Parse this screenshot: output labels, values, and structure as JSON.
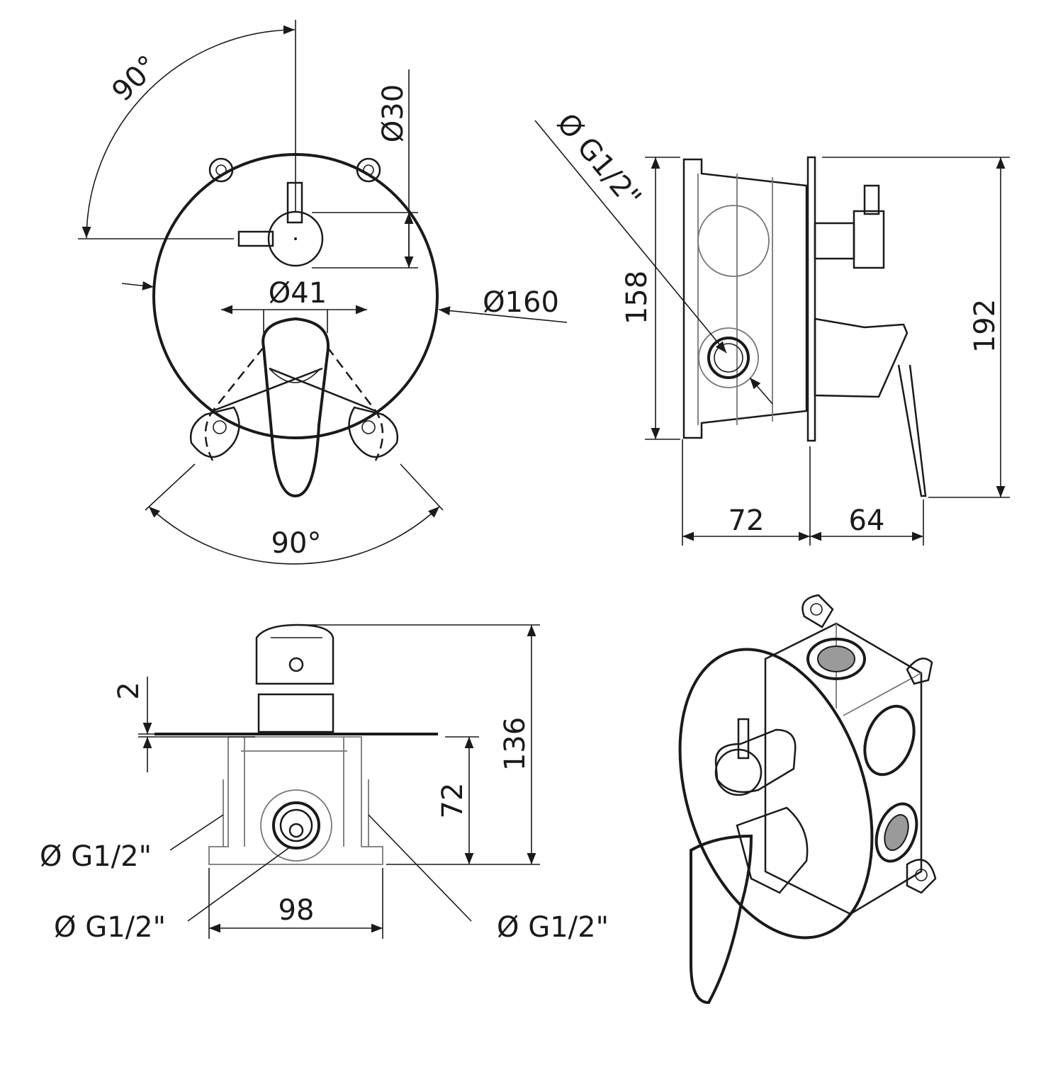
{
  "front_view": {
    "angle_top": "90°",
    "angle_bottom": "90°",
    "dia_knob": "Ø30",
    "dia_handle": "Ø41",
    "dia_plate": "Ø160"
  },
  "side_view": {
    "inlet": "Ø G1/2\"",
    "height_box": "158",
    "height_total": "192",
    "depth_box": "72",
    "depth_handle": "64"
  },
  "bottom_view": {
    "plate_thickness": "2",
    "height_total": "136",
    "box_depth": "72",
    "width": "98",
    "port_left": "Ø G1/2\"",
    "port_center": "Ø G1/2\"",
    "port_right": "Ø G1/2\""
  }
}
